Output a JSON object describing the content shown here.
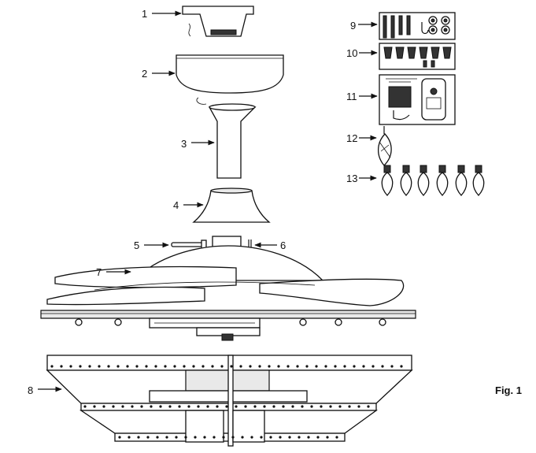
{
  "figure_label": "Fig. 1",
  "callouts": [
    {
      "key": "c1",
      "text": "1",
      "part": "canopy-mounting-bracket"
    },
    {
      "key": "c2",
      "text": "2",
      "part": "canopy"
    },
    {
      "key": "c3",
      "text": "3",
      "part": "downrod"
    },
    {
      "key": "c4",
      "text": "4",
      "part": "coupling-cover"
    },
    {
      "key": "c5",
      "text": "5",
      "part": "hanger-pin"
    },
    {
      "key": "c6",
      "text": "6",
      "part": "cotter-pin"
    },
    {
      "key": "c7",
      "text": "7",
      "part": "fan-motor-with-blades"
    },
    {
      "key": "c8",
      "text": "8",
      "part": "light-kit-cage"
    },
    {
      "key": "c9",
      "text": "9",
      "part": "mounting-hardware"
    },
    {
      "key": "c10",
      "text": "10",
      "part": "wire-connectors"
    },
    {
      "key": "c11",
      "text": "11",
      "part": "receiver-and-remote"
    },
    {
      "key": "c12",
      "text": "12",
      "part": "balancing-kit"
    },
    {
      "key": "c13",
      "text": "13",
      "part": "candelabra-bulbs"
    }
  ],
  "colors": {
    "line": "#111111",
    "fill": "#ffffff",
    "shade": "#e9e9e9"
  }
}
